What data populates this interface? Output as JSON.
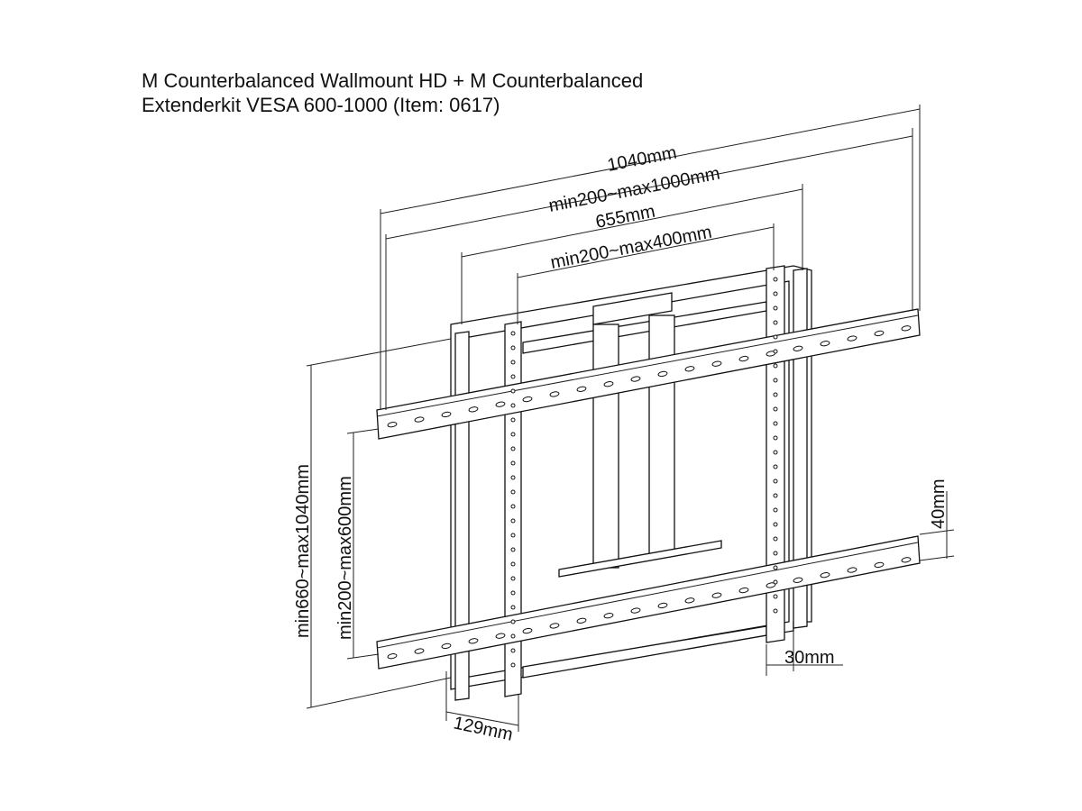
{
  "title": {
    "line1": "M Counterbalanced Wallmount HD + M Counterbalanced",
    "line2": "Extenderkit VESA 600-1000 (Item: 0617)"
  },
  "dimensions": {
    "overall_width": "1040mm",
    "vesa_width": "min200~max1000mm",
    "frame_width": "655mm",
    "inner_width": "min200~max400mm",
    "overall_height": "min660~max1040mm",
    "vesa_height": "min200~max600mm",
    "rail_height": "40mm",
    "rail_depth": "30mm",
    "wall_depth": "129mm"
  }
}
